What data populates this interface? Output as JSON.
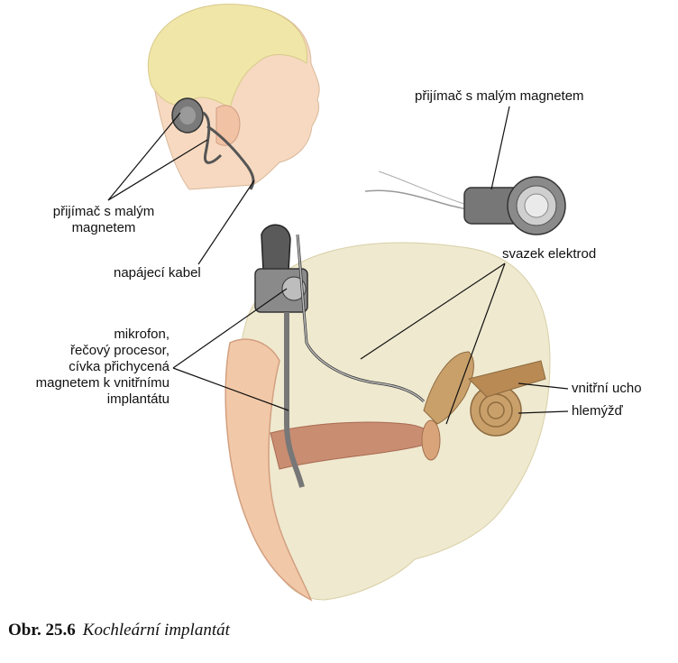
{
  "labels": {
    "receiver_top": "přijímač s malým magnetem",
    "receiver_left": [
      "přijímač s malým",
      "magnetem"
    ],
    "power_cable": "napájecí kabel",
    "electrode_bundle": "svazek elektrod",
    "processor": [
      "mikrofon,",
      "řečový procesor,",
      "cívka přichycená",
      "magnetem k vnitřnímu",
      "implantátu"
    ],
    "inner_ear": "vnitřní ucho",
    "cochlea": "hlemýžď"
  },
  "caption": {
    "number": "Obr. 25.6",
    "title": "Kochleární implantát"
  },
  "colors": {
    "skin": "#f2c9a8",
    "hair": "#f0e6a8",
    "bone": "#e9e4c8",
    "canal": "#c98d72",
    "cochlea": "#c9a06a",
    "device": "#6f6f6f",
    "line": "#111111"
  }
}
